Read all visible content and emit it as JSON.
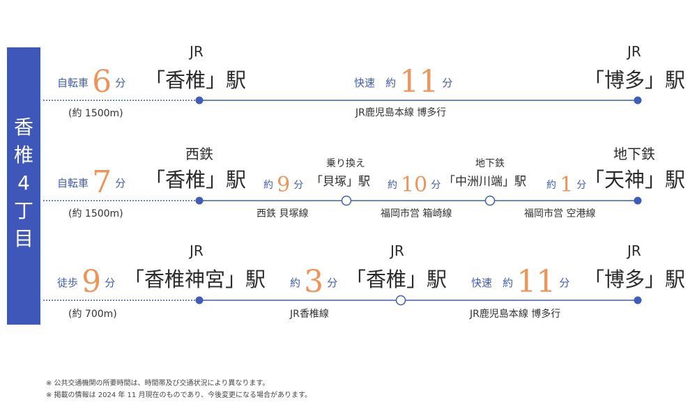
{
  "side_label": [
    "香",
    "椎",
    "4",
    "丁",
    "目"
  ],
  "rows": [
    {
      "access": {
        "mode": "自転車",
        "num": "6",
        "unit": "分",
        "dist": "(約 1500m)"
      },
      "origin": {
        "prefix": "JR",
        "name": "「香椎」駅"
      },
      "legs": [
        {
          "mode": "快速",
          "pre": "約",
          "num": "11",
          "unit": "分",
          "line": "JR鹿児島本線 博多行"
        }
      ],
      "dest": {
        "prefix": "JR",
        "name": "「博多」駅"
      }
    },
    {
      "access": {
        "mode": "自転車",
        "num": "7",
        "unit": "分",
        "dist": "(約 1500m)"
      },
      "origin": {
        "prefix": "西鉄",
        "name": "「香椎」駅"
      },
      "legs": [
        {
          "pre": "約",
          "num": "9",
          "unit": "分",
          "line": "西鉄 貝塚線"
        },
        {
          "pre": "約",
          "num": "10",
          "unit": "分",
          "line": "福岡市営 箱崎線"
        },
        {
          "pre": "約",
          "num": "1",
          "unit": "分",
          "line": "福岡市営 空港線"
        }
      ],
      "transfers": [
        {
          "prefix": "乗り換え",
          "name": "「貝塚」駅"
        },
        {
          "prefix": "地下鉄",
          "name": "「中洲川端」駅"
        }
      ],
      "dest": {
        "prefix": "地下鉄",
        "name": "「天神」駅"
      }
    },
    {
      "access": {
        "mode": "徒歩",
        "num": "9",
        "unit": "分",
        "dist": "(約 700m)"
      },
      "origin": {
        "prefix": "JR",
        "name": "「香椎神宮」駅"
      },
      "legs": [
        {
          "pre": "約",
          "num": "3",
          "unit": "分",
          "line": "JR香椎線"
        },
        {
          "mode": "快速",
          "pre": "約",
          "num": "11",
          "unit": "分",
          "line": "JR鹿児島本線 博多行"
        }
      ],
      "transfers": [
        {
          "prefix": "JR",
          "name": "「香椎」駅"
        }
      ],
      "dest": {
        "prefix": "JR",
        "name": "「博多」駅"
      }
    }
  ],
  "notes": [
    "※ 公共交通機関の所要時間は、時間帯及び交通状況により異なります。",
    "※ 掲載の情報は 2024 年 11 月現在のものであり、今後変更になる場合があります。"
  ],
  "colors": {
    "accent": "#3f57b9",
    "line": "#3e5cb8",
    "number": "#ee9459"
  }
}
